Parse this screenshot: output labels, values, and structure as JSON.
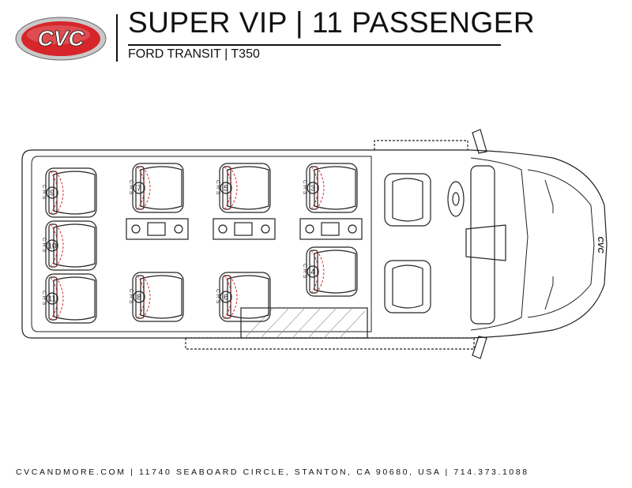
{
  "logo": {
    "text": "CVC",
    "color": "#d7262b"
  },
  "header": {
    "title": "SUPER VIP | 11 PASSENGER",
    "subtitle": "FORD TRANSIT | T350"
  },
  "floorplan": {
    "crs_label": "CRS",
    "hood_badge": "CVC",
    "accent_color": "#d7262b",
    "seats": [
      {
        "number": "9"
      },
      {
        "number": "10"
      },
      {
        "number": "11"
      },
      {
        "number": "7"
      },
      {
        "number": "8"
      },
      {
        "number": "5"
      },
      {
        "number": "6"
      },
      {
        "number": "3"
      },
      {
        "number": "4"
      }
    ]
  },
  "footer": {
    "text": "CVCANDMORE.COM | 11740 SEABOARD CIRCLE, STANTON, CA 90680, USA | 714.373.1088"
  }
}
